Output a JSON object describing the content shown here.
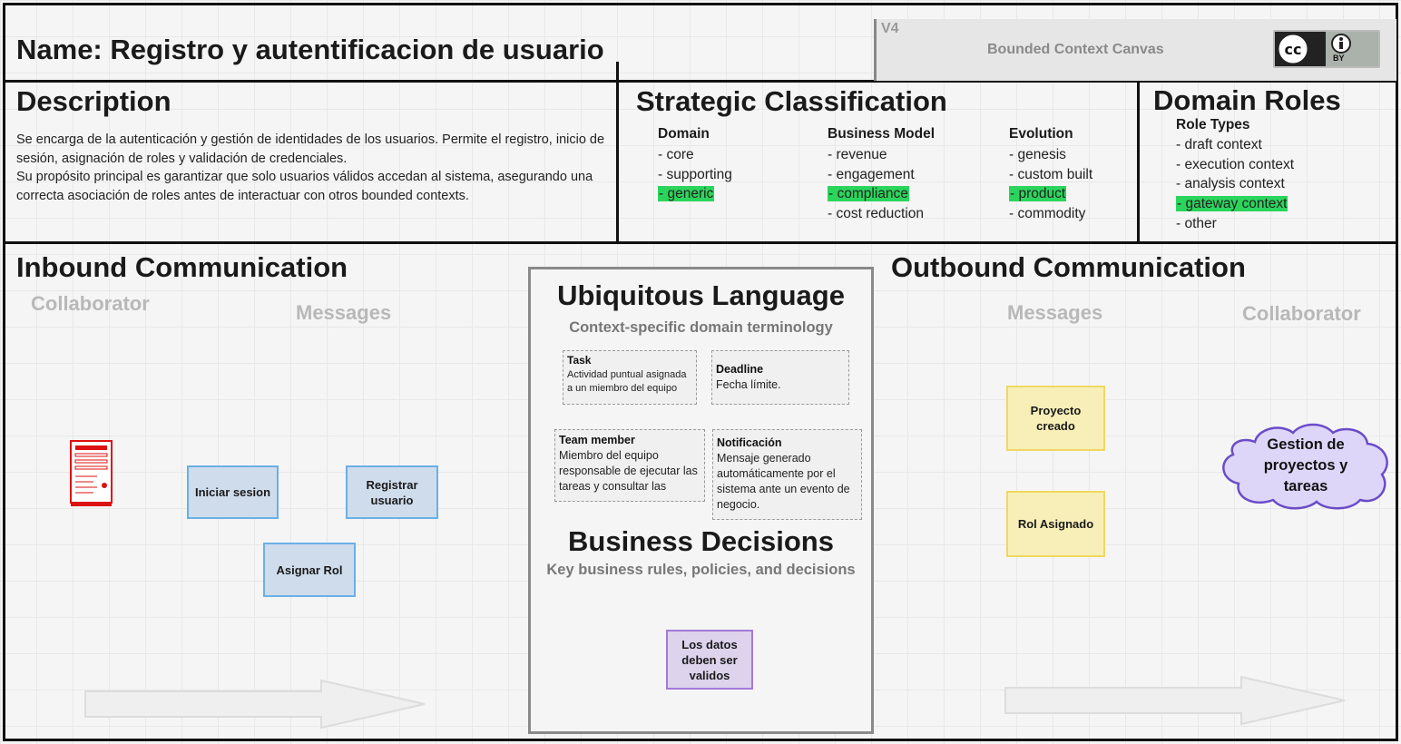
{
  "header": {
    "name": "Name: Registro y autentificacion de usuario",
    "version": "V4",
    "canvas_label": "Bounded Context Canvas",
    "license_icon": "creative-commons-by-icon",
    "license_by": "BY"
  },
  "description": {
    "title": "Description",
    "paragraph1": "Se encarga de la autenticación y gestión de identidades de los usuarios. Permite el registro, inicio de sesión, asignación de roles y validación de credenciales.",
    "paragraph2": "Su propósito principal es garantizar que solo usuarios válidos accedan al sistema, asegurando una correcta asociación de roles antes de interactuar con otros bounded contexts."
  },
  "strategic": {
    "title": "Strategic Classification",
    "domain": {
      "header": "Domain",
      "items": [
        "- core",
        "- supporting",
        "- generic"
      ]
    },
    "business_model": {
      "header": "Business Model",
      "items": [
        "- revenue",
        "- engagement",
        "- compliance",
        "- cost reduction"
      ]
    },
    "evolution": {
      "header": "Evolution",
      "items": [
        "- genesis",
        "- custom built",
        "- product",
        "- commodity"
      ]
    },
    "highlight_color": "#2bd55c"
  },
  "domain_roles": {
    "title": "Domain Roles",
    "role_types_header": "Role Types",
    "items": [
      "- draft context",
      "- execution context",
      "- analysis context",
      "- gateway context",
      "- other"
    ]
  },
  "inbound": {
    "title": "Inbound Communication",
    "collaborator_label": "Collaborator",
    "messages_label": "Messages",
    "collaborator_icon": "server-icon",
    "messages": [
      "Iniciar sesion",
      "Registrar usuario",
      "Asignar Rol"
    ]
  },
  "ubiquitous": {
    "title": "Ubiquitous Language",
    "subtitle": "Context-specific domain terminology",
    "terms": [
      {
        "name": "Task",
        "definition": "Actividad puntual asignada a un miembro del equipo"
      },
      {
        "name": "Deadline",
        "definition": "Fecha límite."
      },
      {
        "name": "Team member",
        "definition": "Miembro del equipo responsable de ejecutar las tareas y consultar las"
      },
      {
        "name": "Notificación",
        "definition": "Mensaje generado automáticamente por el sistema ante un evento de negocio."
      }
    ]
  },
  "business_decisions": {
    "title": "Business Decisions",
    "subtitle": "Key business rules, policies, and decisions",
    "items": [
      "Los datos deben ser validos"
    ]
  },
  "outbound": {
    "title": "Outbound Communication",
    "messages_label": "Messages",
    "collaborator_label": "Collaborator",
    "messages": [
      "Proyecto creado",
      "Rol Asignado"
    ],
    "collaborator": "Gestion de proyectos y tareas"
  }
}
